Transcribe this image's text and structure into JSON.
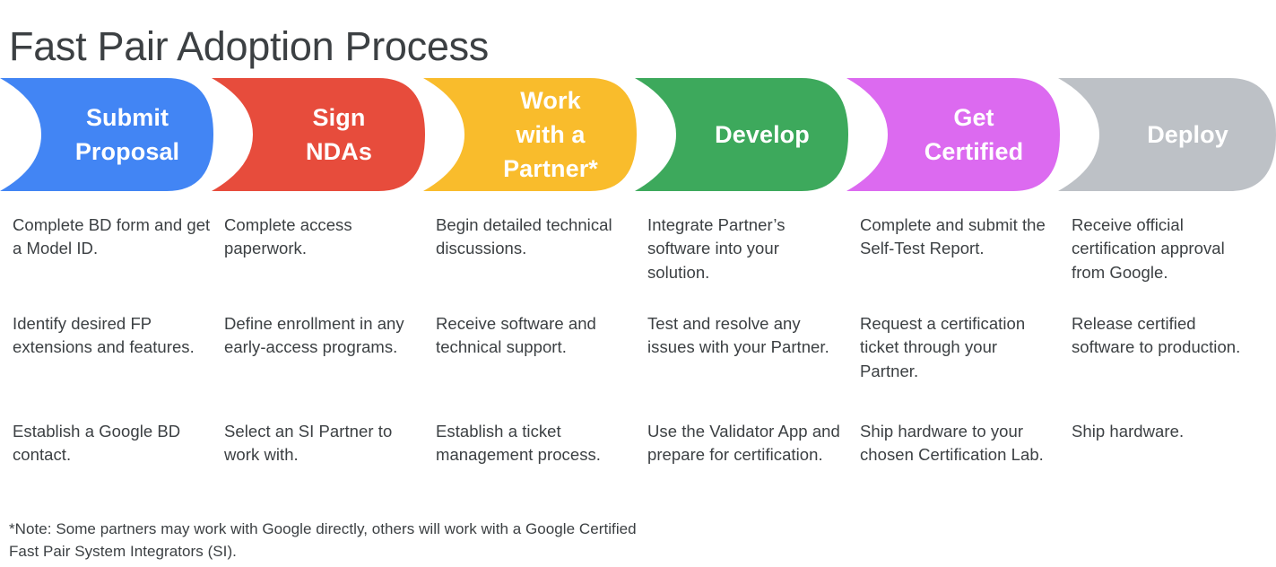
{
  "page": {
    "title": "Fast Pair Adoption Process",
    "background_color": "#ffffff",
    "text_color": "#3c4043"
  },
  "banners": [
    {
      "id": "submit-proposal",
      "label_lines": [
        "Submit",
        "Proposal"
      ],
      "color": "#4285F4"
    },
    {
      "id": "sign-ndas",
      "label_lines": [
        "Sign",
        "NDAs"
      ],
      "color": "#E74C3C"
    },
    {
      "id": "work-with-partner",
      "label_lines": [
        "Work",
        "with a",
        "Partner*"
      ],
      "color": "#F9BC2C"
    },
    {
      "id": "develop",
      "label_lines": [
        "Develop"
      ],
      "color": "#3DA95C"
    },
    {
      "id": "get-certified",
      "label_lines": [
        "Get",
        "Certified"
      ],
      "color": "#DC6AF0"
    },
    {
      "id": "deploy",
      "label_lines": [
        "Deploy"
      ],
      "color": "#BDC1C6"
    }
  ],
  "columns": [
    {
      "stage": "Submit Proposal",
      "steps": [
        "Complete BD form and get a Model ID.",
        "Identify desired FP extensions and features.",
        "Establish a Google BD contact."
      ]
    },
    {
      "stage": "Sign NDAs",
      "steps": [
        "Complete access paperwork.",
        "Define enrollment in any early-access programs.",
        "Select an SI Partner to work with."
      ]
    },
    {
      "stage": "Work with a Partner*",
      "steps": [
        "Begin detailed technical discussions.",
        "Receive software and technical support.",
        "Establish a ticket management process."
      ]
    },
    {
      "stage": "Develop",
      "steps": [
        "Integrate Partner’s software into your solution.",
        "Test and resolve any issues with your Partner.",
        "Use the Validator App and prepare for certification."
      ]
    },
    {
      "stage": "Get Certified",
      "steps": [
        "Complete and submit the Self-Test Report.",
        "Request a certification ticket through your Partner.",
        "Ship hardware to your chosen Certification Lab."
      ]
    },
    {
      "stage": "Deploy",
      "steps": [
        "Receive official certification approval from Google.",
        "Release certified software to production.",
        "Ship hardware."
      ]
    }
  ],
  "footnote": "*Note: Some partners may work with Google directly, others will work with a Google Certified Fast Pair System Integrators (SI)."
}
